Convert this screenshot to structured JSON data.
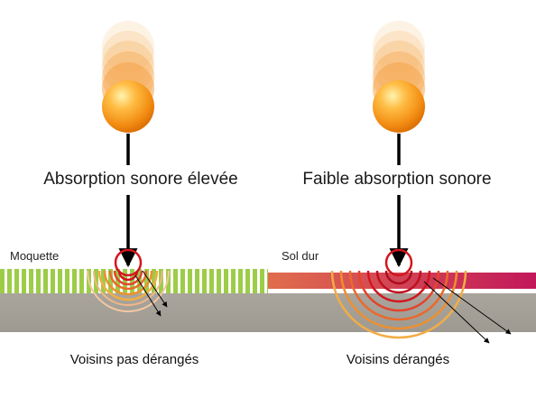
{
  "left_panel": {
    "caption": "Absorption sonore élevée",
    "surface_label": "Moquette",
    "result_label": "Voisins pas dérangés",
    "surface_colors": [
      "#9dcc48",
      "#ffffff"
    ]
  },
  "right_panel": {
    "caption": "Faible absorption sonore",
    "surface_label": "Sol dur",
    "result_label": "Voisins dérangés",
    "surface_gradient": [
      "#e06d4d",
      "#c2185b"
    ]
  },
  "colors": {
    "ball": "#f7a02a",
    "ground": "#aaa69e",
    "impact_ring": "#d3151f",
    "waves": [
      "#d3151f",
      "#e3452d",
      "#ea6a2c",
      "#ef8f2f",
      "#f2ad45"
    ]
  },
  "icons": {
    "ball": "orange-ball-icon",
    "impact": "red-circle-icon",
    "arrow": "down-arrow-icon"
  }
}
